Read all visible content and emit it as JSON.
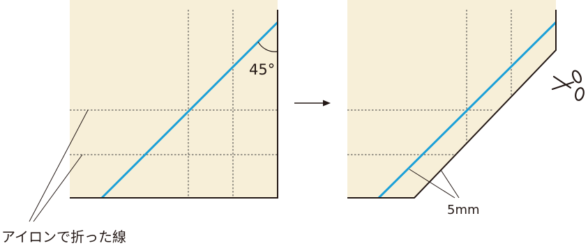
{
  "labels": {
    "angle": "45°",
    "seam_width": "5mm",
    "crease_lines": "アイロンで折った線"
  },
  "icons": {
    "flow_arrow": "right-arrow-icon",
    "cut": "scissors-icon"
  },
  "colors": {
    "paper": "#f7efd8",
    "outline": "#231815",
    "guide_line": "#1ba0d8",
    "fold_line": "#3a3a3a",
    "text": "#231815"
  }
}
